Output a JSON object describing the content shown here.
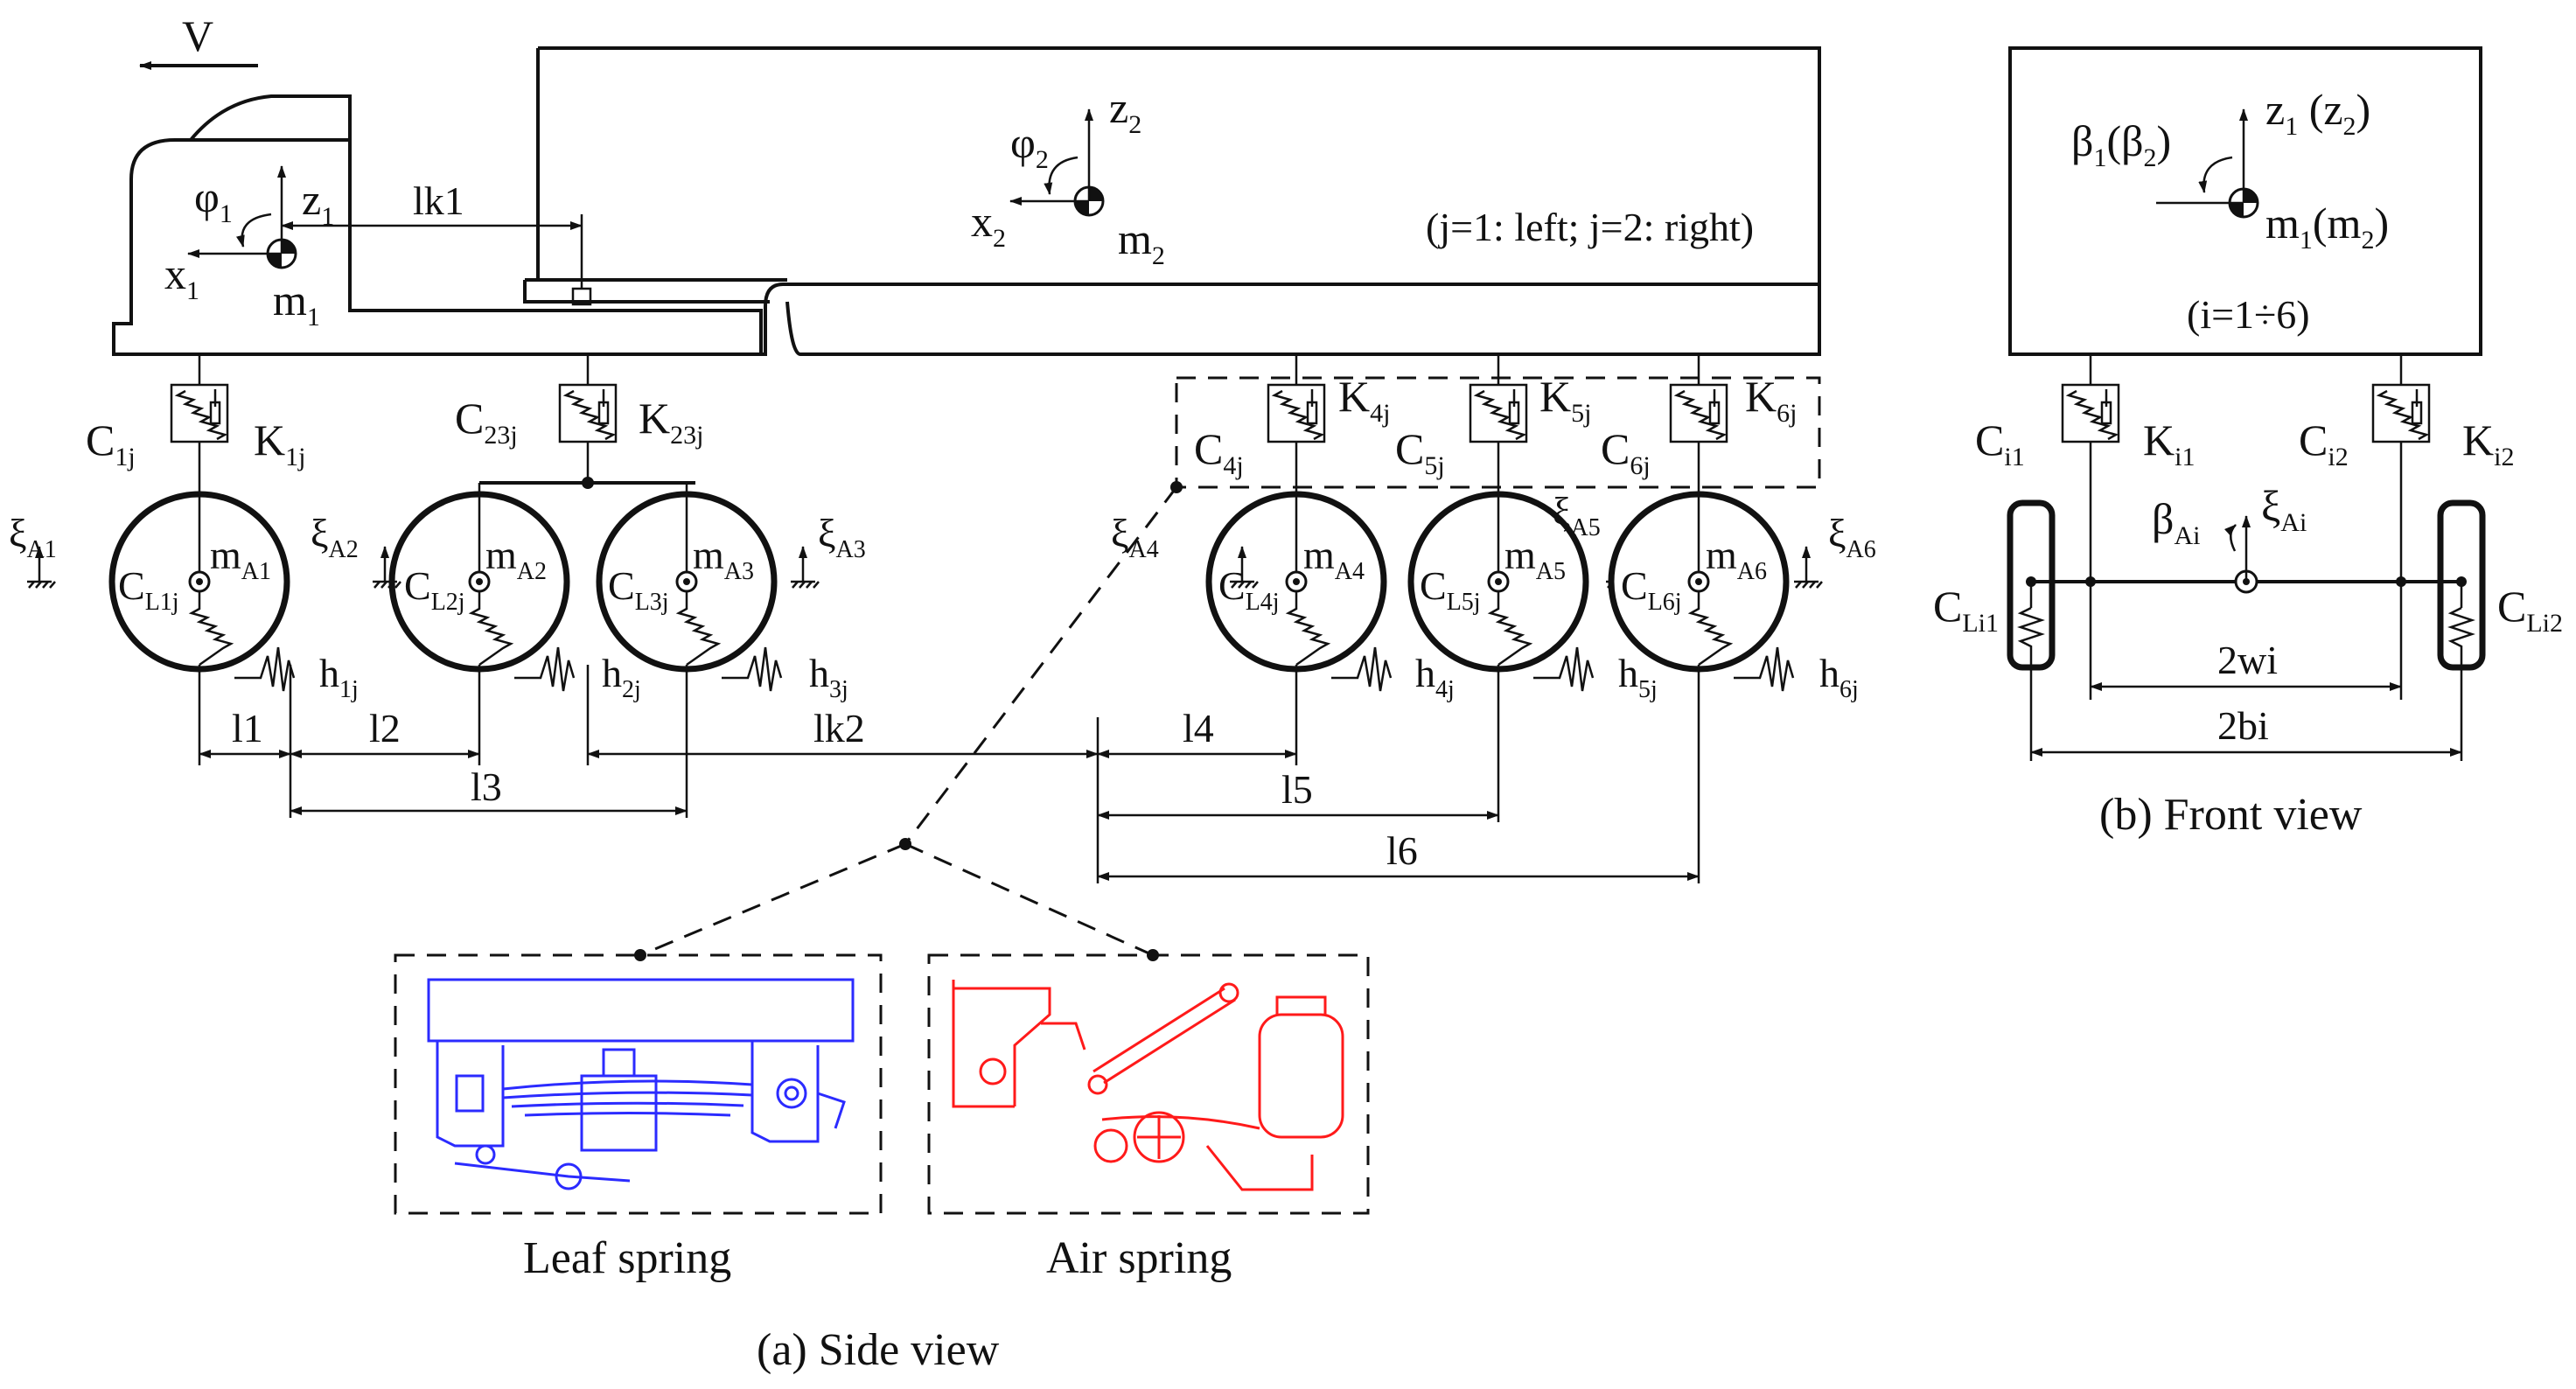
{
  "side": {
    "velocity": "V",
    "cab": {
      "phi": "φ",
      "phi_sub": "1",
      "z": "z",
      "z_sub": "1",
      "x": "x",
      "x_sub": "1",
      "m": "m",
      "m_sub": "1"
    },
    "trailer": {
      "phi": "φ",
      "phi_sub": "2",
      "z": "z",
      "z_sub": "2",
      "x": "x",
      "x_sub": "2",
      "m": "m",
      "m_sub": "2",
      "note": "(j=1: left; j=2: right)"
    },
    "lk1": "lk1",
    "suspensions": {
      "c1": {
        "main": "C",
        "sub": "1j"
      },
      "k1": {
        "main": "K",
        "sub": "1j"
      },
      "c23": {
        "main": "C",
        "sub": "23j"
      },
      "k23": {
        "main": "K",
        "sub": "23j"
      },
      "c4": {
        "main": "C",
        "sub": "4j"
      },
      "k4": {
        "main": "K",
        "sub": "4j"
      },
      "c5": {
        "main": "C",
        "sub": "5j"
      },
      "k5": {
        "main": "K",
        "sub": "5j"
      },
      "c6": {
        "main": "C",
        "sub": "6j"
      },
      "k6": {
        "main": "K",
        "sub": "6j"
      }
    },
    "axles": [
      {
        "xi": "ξ",
        "xi_sub": "A1",
        "m": "m",
        "m_sub": "A1",
        "cl": "C",
        "cl_sub": "L1j",
        "h": "h",
        "h_sub": "1j"
      },
      {
        "xi": "ξ",
        "xi_sub": "A2",
        "m": "m",
        "m_sub": "A2",
        "cl": "C",
        "cl_sub": "L2j",
        "h": "h",
        "h_sub": "2j"
      },
      {
        "xi": "ξ",
        "xi_sub": "A3",
        "m": "m",
        "m_sub": "A3",
        "cl": "C",
        "cl_sub": "L3j",
        "h": "h",
        "h_sub": "3j"
      },
      {
        "xi": "ξ",
        "xi_sub": "A4",
        "m": "m",
        "m_sub": "A4",
        "cl": "C",
        "cl_sub": "L4j",
        "h": "h",
        "h_sub": "4j"
      },
      {
        "xi": "ξ",
        "xi_sub": "A5",
        "m": "m",
        "m_sub": "A5",
        "cl": "C",
        "cl_sub": "L5j",
        "h": "h",
        "h_sub": "5j"
      },
      {
        "xi": "ξ",
        "xi_sub": "A6",
        "m": "m",
        "m_sub": "A6",
        "cl": "C",
        "cl_sub": "L6j",
        "h": "h",
        "h_sub": "6j"
      }
    ],
    "dimensions": {
      "l1": "l1",
      "l2": "l2",
      "l3": "l3",
      "lk2": "lk2",
      "l4": "l4",
      "l5": "l5",
      "l6": "l6"
    },
    "insets": {
      "leaf": "Leaf spring",
      "air": "Air spring"
    },
    "caption": "(a) Side view"
  },
  "front": {
    "beta_a": "β",
    "beta_a_sub": "1",
    "beta_b": "(β",
    "beta_b_sub": "2",
    "beta_close": ")",
    "z_a": "z",
    "z_a_sub": "1",
    "z_b": " (z",
    "z_b_sub": "2",
    "z_close": ")",
    "m_a": "m",
    "m_a_sub": "1",
    "m_b": "(m",
    "m_b_sub": "2",
    "m_close": ")",
    "range": "(i=1÷6)",
    "ci1": {
      "main": "C",
      "sub": "i1"
    },
    "ki1": {
      "main": "K",
      "sub": "i1"
    },
    "ci2": {
      "main": "C",
      "sub": "i2"
    },
    "ki2": {
      "main": "K",
      "sub": "i2"
    },
    "beta_ai": {
      "main": "β",
      "sub": "Ai"
    },
    "xi_ai": {
      "main": "ξ",
      "sub": "Ai"
    },
    "cli1": {
      "main": "C",
      "sub": "Li1"
    },
    "cli2": {
      "main": "C",
      "sub": "Li2"
    },
    "wi": "2wi",
    "bi": "2bi",
    "caption": "(b) Front view"
  }
}
